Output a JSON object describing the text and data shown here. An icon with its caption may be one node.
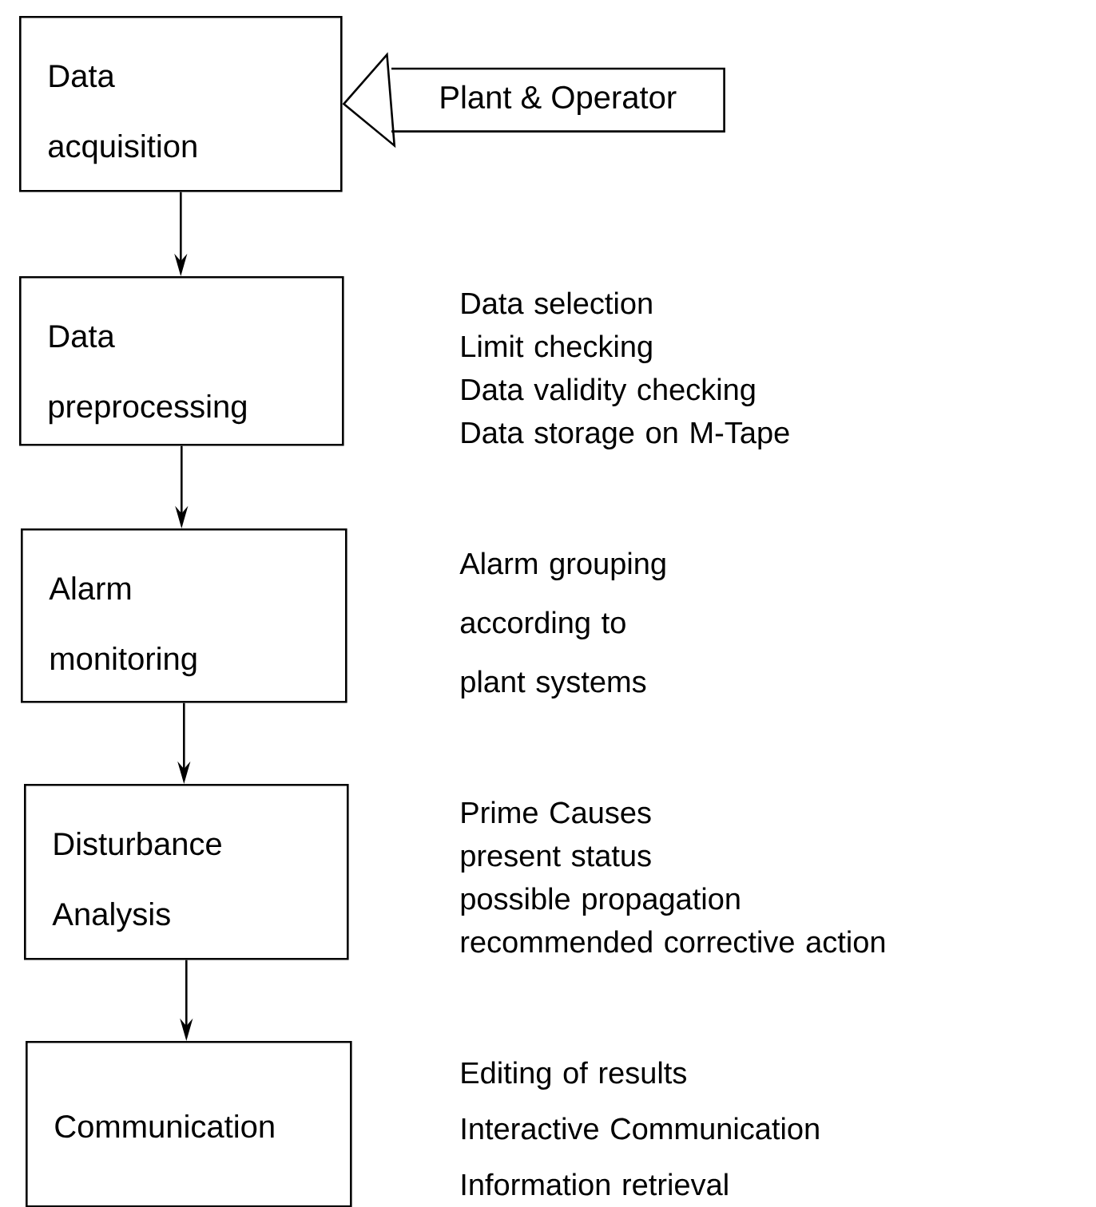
{
  "diagram": {
    "nodes": [
      {
        "text": [
          "Data acquisition"
        ]
      },
      {
        "text": [
          "Data preprocessing"
        ],
        "beside": [
          "Data selection",
          "Limit checking",
          "Data validity checking",
          "Data storage on M-Tape"
        ]
      },
      {
        "text": [
          "Alarm monitoring"
        ],
        "beside": [
          "Alarm grouping according to plant systems"
        ]
      },
      {
        "text": [
          "Disturbance Analysis"
        ],
        "beside": [
          "Prime Causes",
          "present status",
          "possible propagation",
          "recommended corrective action"
        ]
      },
      {
        "text": [
          "Communication"
        ],
        "beside": [
          "Editing of results",
          "Interactive Communication",
          "Information retrieval"
        ]
      },
      {
        "text": [
          "Plant & Operator"
        ]
      }
    ],
    "edges": [
      {
        "from": 0,
        "to": 1,
        "arrow": "to"
      },
      {
        "from": 1,
        "to": 2,
        "arrow": "to"
      },
      {
        "from": 2,
        "to": 3,
        "arrow": "to"
      },
      {
        "from": 3,
        "to": 4,
        "arrow": "to"
      },
      {
        "from": 5,
        "to": 0,
        "arrow": "to"
      }
    ]
  }
}
